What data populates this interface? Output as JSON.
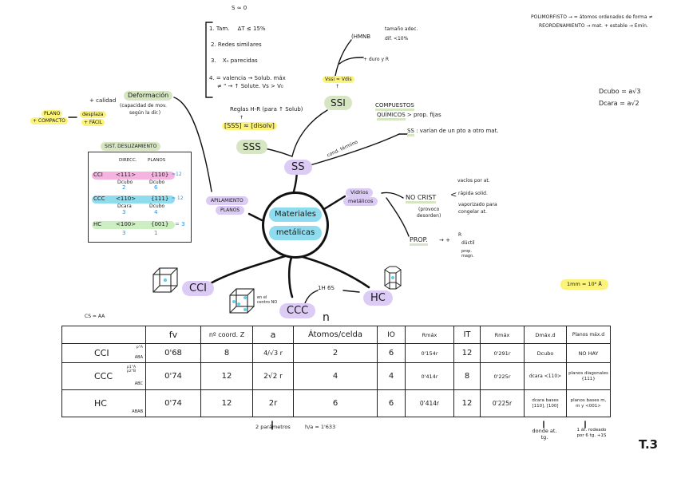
{
  "center_topic": {
    "line1": "Materiales",
    "line2": "metálicas"
  },
  "top_left_list": {
    "note_top": "S ≈ 0",
    "items": [
      {
        "num": "1.",
        "text": "Tam.",
        "sub": "ΔT ≤ 15%"
      },
      {
        "num": "2.",
        "text": "Redes similares"
      },
      {
        "num": "3.",
        "text": "Xₙ parecidas"
      },
      {
        "num": "4.",
        "text": "= valencia → Solub. máx",
        "text2": "≠ \" → ↑ Solute. Vs > V₀"
      }
    ]
  },
  "top_right_notes": {
    "line1": "POLIMORFISTO → = átomos ordenados de forma ≠",
    "line2": "REORDENAMIENTO → mat. + estable → Emín."
  },
  "hmnb": {
    "label": "(HMNB",
    "branch1": "tamaño adec.",
    "branch2": "dif. <10%",
    "branch3": "+ duro y R"
  },
  "ssi_branch": {
    "highlight": "Vssi ≈ Vdis",
    "node": "SSI"
  },
  "sss_branch": {
    "rule": "Reglas H-R (para ↑ Solub)",
    "eq": "[SSS] ≈ [disolv]",
    "node": "SSS"
  },
  "ss_node": "SS",
  "compuestos": {
    "line1": "COMPUESTOS",
    "line2": "QUÍMICOS",
    "suffix": "> prop. fijas"
  },
  "ss_note": {
    "label": "SS",
    "text": ": varían de un pto a otro mat."
  },
  "cond_label": "cond. término",
  "deformacion": {
    "node": "Deformación",
    "note1": "(capacidad de mov.",
    "note2": "según la dir.)",
    "calidad": "+ calidad"
  },
  "plano": {
    "line1": "PLANO",
    "line2": "+ COMPACTO",
    "arrow": "→",
    "res1": "desplaza",
    "res2": "+ FÁCIL"
  },
  "slip_system": {
    "title": "SIST. DESLIZAMIENTO",
    "col_dir": "DIRECC.",
    "col_planes": "PLANOS",
    "rows": [
      {
        "name": "CCI",
        "dir": "<111>",
        "dir_sub": "Dcubo",
        "dir_n": "2",
        "plane": "{110}",
        "plane_sub": "Dcubo",
        "plane_n": "6",
        "total": "=12",
        "color": "#f5b4e0"
      },
      {
        "name": "CCC",
        "dir": "<110>",
        "dir_sub": "Dcara",
        "dir_n": "3",
        "plane": "{111}",
        "plane_sub": "Dcubo",
        "plane_n": "4",
        "total": "= 12",
        "color": "#8fdcef"
      },
      {
        "name": "HC",
        "dir": "<100>",
        "dir_sub": "",
        "dir_n": "3",
        "plane": "{001}",
        "plane_sub": "",
        "plane_n": "1",
        "total": "= 3",
        "color": "#cdeec0"
      }
    ]
  },
  "apilamiento": {
    "line1": "APILAMIENTO",
    "line2": "PLANOS"
  },
  "vidrios": {
    "line1": "Vidrios",
    "line2": "metálicos",
    "nocrist": "NO CRIST",
    "nocrist_note1": "(provoco",
    "nocrist_note2": "desorden)",
    "branches": [
      "vacíos por at.",
      "rápida solid.",
      "vaporizado para congelar at."
    ],
    "prop": "PROP.",
    "prop_arrow": "→ +",
    "prop_items": [
      "R",
      "dúctil",
      "prop. magn."
    ]
  },
  "structures": {
    "cci": "CCI",
    "ccc": "CCC",
    "hc": "HC",
    "ccc_note": "en el centro NO",
    "hc_note": "1H 6S"
  },
  "dcubo": {
    "line1": "Dcubo = a√3",
    "line2": "Dcara = a√2"
  },
  "unit_note": "1mm = 10⁶ Å",
  "cs_note": "CS = AA",
  "n_label": "n",
  "table": {
    "headers": [
      "",
      "fv",
      "nº coord. Z",
      "a",
      "Átomos/celda",
      "IO",
      "Rmáx",
      "IT",
      "Rmáx",
      "Dmáx.d",
      "Planos máx.d"
    ],
    "rows": [
      {
        "name": "CCI",
        "stack": "ABA",
        "stack_sup": "p°A",
        "cells": [
          "0'68",
          "8",
          "4/√3 r",
          "2",
          "6",
          "0'154r",
          "12",
          "0'291r",
          "Dcubo",
          "NO HAY"
        ]
      },
      {
        "name": "CCC",
        "stack": "ABC",
        "stack_sup": "p1°A p2°B",
        "cells": [
          "0'74",
          "12",
          "2√2 r",
          "4",
          "4",
          "0'414r",
          "8",
          "0'225r",
          "dcara <110>",
          "planos diagonales {111}"
        ]
      },
      {
        "name": "HC",
        "stack": "ABAB",
        "stack_sup": "",
        "cells": [
          "0'74",
          "12",
          "2r",
          "6",
          "6",
          "0'414r",
          "12",
          "0'225r",
          "dcara bases [110], [100]",
          "planos bases m, m y <001>"
        ]
      }
    ]
  },
  "table_notes": {
    "params": "2 parámetros",
    "ratio": "h/a = 1'633",
    "donde": "donde at. tg.",
    "lat": "1 át. rodeado por 6 tg. +1S"
  },
  "page_label": "T.3"
}
